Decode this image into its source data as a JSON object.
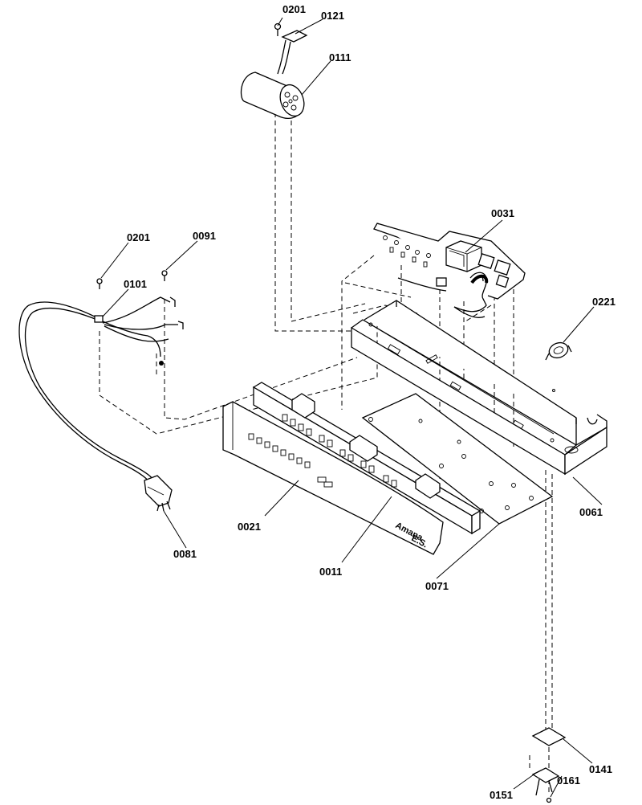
{
  "diagram": {
    "parts": {
      "p0201_top": "0201",
      "p0121": "0121",
      "p0111": "0111",
      "p0031": "0031",
      "p0201_left": "0201",
      "p0091": "0091",
      "p0101": "0101",
      "p0221": "0221",
      "p0021": "0021",
      "p0011": "0011",
      "p0071": "0071",
      "p0061": "0061",
      "p0081": "0081",
      "p0141": "0141",
      "p0151": "0151",
      "p0161": "0161"
    },
    "brand": {
      "line1": "Amana",
      "line2": "E.S."
    }
  }
}
